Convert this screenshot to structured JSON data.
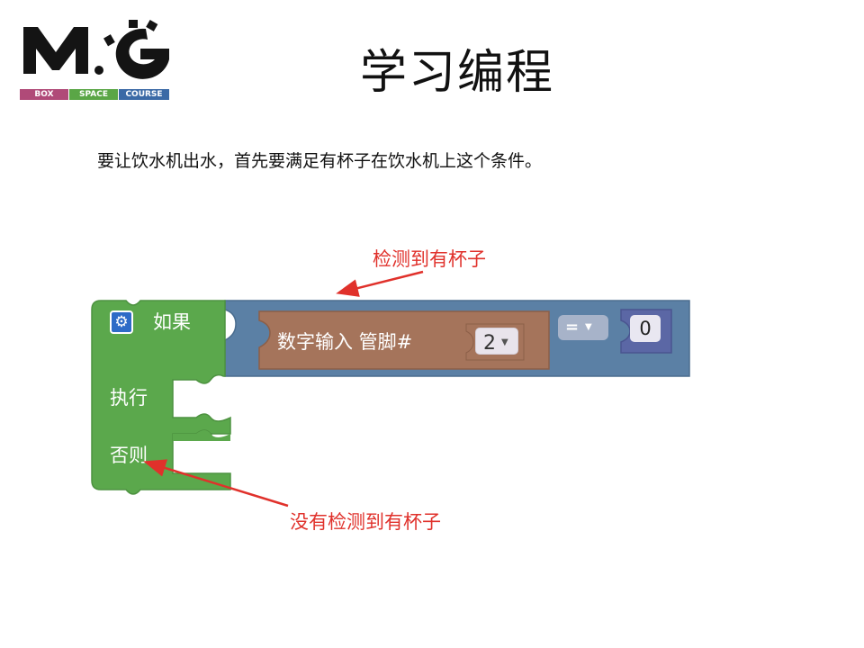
{
  "logo": {
    "letters": "MG",
    "bars": [
      "BOX",
      "SPACE",
      "COURSE"
    ],
    "colors": {
      "box": "#b04a78",
      "space": "#5aa646",
      "course": "#3b6aa6",
      "mark": "#141414"
    }
  },
  "slide": {
    "title": "学习编程",
    "intro": "要让饮水机出水，首先要满足有杯子在饮水机上这个条件。"
  },
  "block": {
    "if_label": "如果",
    "do_label": "执行",
    "else_label": "否则",
    "gear_icon": "gear-icon",
    "digital_input_label": "数字输入 管脚#",
    "pin_value": "2",
    "operator": "=",
    "compare_value": "0",
    "colors": {
      "control": "#5ba84c",
      "logic": "#5b80a5",
      "io": "#a5745b",
      "math": "#5b67a5",
      "mutator": "#2e6bc7"
    }
  },
  "annotations": {
    "detected": "检测到有杯子",
    "not_detected": "没有检测到有杯子",
    "color": "#e0312b"
  }
}
